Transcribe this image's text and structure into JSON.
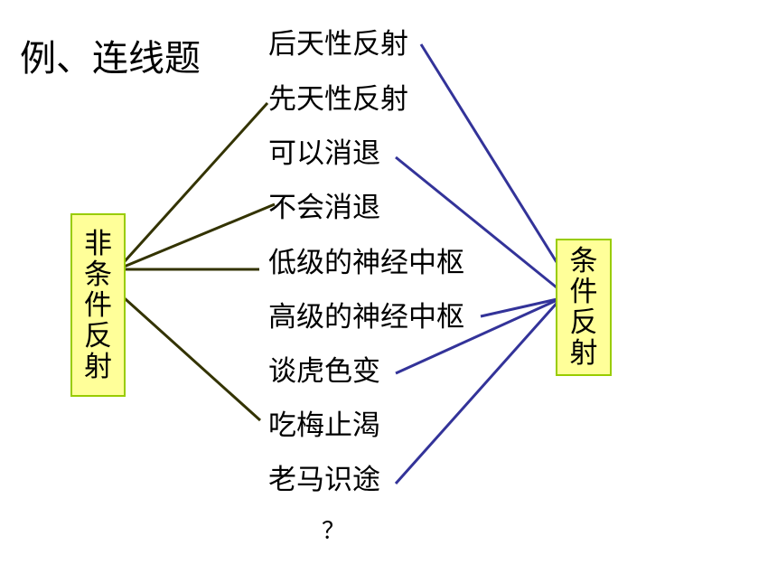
{
  "title": "例、连线题",
  "items": [
    "后天性反射",
    "先天性反射",
    "可以消退",
    "不会消退",
    "低级的神经中枢",
    "高级的神经中枢",
    "谈虎色变",
    "吃梅止渴",
    "老马识途"
  ],
  "left_box": {
    "label": "非条件反射",
    "chars": [
      "非",
      "条",
      "件",
      "反",
      "射"
    ]
  },
  "right_box": {
    "label": "条件反射",
    "chars": [
      "条",
      "件",
      "反",
      "射"
    ]
  },
  "question_mark": "？",
  "colors": {
    "box_fill": "#ffff99",
    "box_border": "#99cc00",
    "unconditioned_line": "#333300",
    "conditioned_line": "#333399"
  },
  "connections": {
    "非条件反射": [
      "先天性反射",
      "不会消退",
      "低级的神经中枢",
      "吃梅止渴"
    ],
    "条件反射": [
      "后天性反射",
      "可以消退",
      "高级的神经中枢",
      "谈虎色变",
      "老马识途"
    ]
  }
}
